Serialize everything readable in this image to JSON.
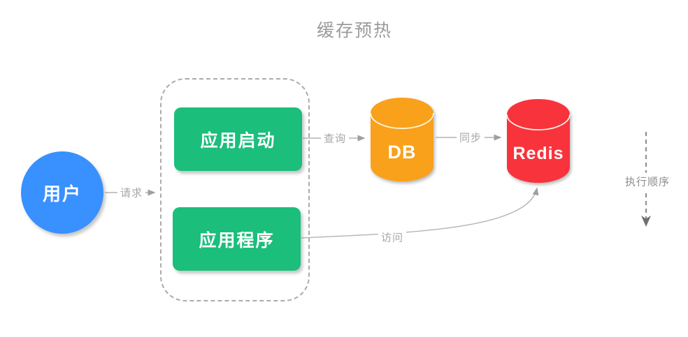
{
  "title": "缓存预热",
  "nodes": {
    "user": {
      "label": "用户",
      "shape": "circle",
      "color": "#3990ff"
    },
    "app_start": {
      "label": "应用启动",
      "shape": "rounded-rect",
      "color": "#1bbe7b"
    },
    "app_program": {
      "label": "应用程序",
      "shape": "rounded-rect",
      "color": "#1bbe7b"
    },
    "db": {
      "label": "DB",
      "shape": "cylinder",
      "color": "#f9a11b"
    },
    "redis": {
      "label": "Redis",
      "shape": "cylinder",
      "color": "#f8333c"
    }
  },
  "edges": {
    "request": {
      "label": "请求",
      "from": "user",
      "to": "app-group"
    },
    "query": {
      "label": "查询",
      "from": "app_start",
      "to": "db"
    },
    "sync": {
      "label": "同步",
      "from": "db",
      "to": "redis"
    },
    "access": {
      "label": "访问",
      "from": "app_program",
      "to": "redis"
    }
  },
  "legend": {
    "execution_order_label": "执行顺序"
  },
  "colors": {
    "connector_line": "#b3b3b3",
    "arrowhead": "#9f9f9f",
    "dashed_border": "#ababab",
    "title_text": "#9b9b9b",
    "edge_label_text": "#a6a6a6",
    "node_text": "#ffffff"
  }
}
